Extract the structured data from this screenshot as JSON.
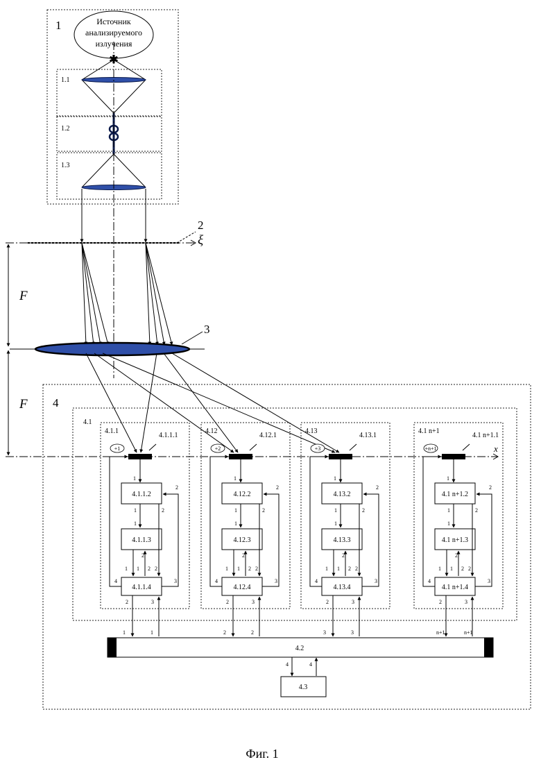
{
  "source": {
    "block_label": "1",
    "lines": [
      "Источник",
      "анализируемого",
      "излучения"
    ],
    "subblocks": [
      "1.1",
      "1.2",
      "1.3"
    ]
  },
  "mask": {
    "label": "2",
    "axis": "ξ"
  },
  "lens": {
    "label": "3"
  },
  "focal_label": "F",
  "system": {
    "label": "4",
    "unit_label": "4.1",
    "axis": "x",
    "channels": [
      {
        "group": "4.1.1",
        "sensor": "4.1.1.1",
        "order": "+1",
        "b2": "4.1.1.2",
        "b3": "4.1.1.3",
        "b4": "4.1.1.4",
        "p_a": "2",
        "p_b": "3",
        "q_a": "1",
        "q_b": "1"
      },
      {
        "group": "4.12",
        "sensor": "4.12.1",
        "order": "+2",
        "b2": "4.12.2",
        "b3": "4.12.3",
        "b4": "4.12.4",
        "p_a": "2",
        "p_b": "3",
        "q_a": "2",
        "q_b": "2"
      },
      {
        "group": "4.13",
        "sensor": "4.13.1",
        "order": "+3",
        "b2": "4.13.2",
        "b3": "4.13.3",
        "b4": "4.13.4",
        "p_a": "2",
        "p_b": "3",
        "q_a": "3",
        "q_b": "3"
      },
      {
        "group": "4.1 n+1",
        "sensor": "4.1 n+1.1",
        "order": "+n+1",
        "b2": "4.1 n+1.2",
        "b3": "4.1 n+1.3",
        "b4": "4.1 n+1.4",
        "p_a": "2",
        "p_b": "3",
        "q_a": "n+1",
        "q_b": "n+1"
      }
    ],
    "pins": {
      "one": "1",
      "two": "2",
      "three": "3",
      "four": "4"
    },
    "bus_label": "4.2",
    "ctrl_label": "4.3",
    "ctrl_pins": [
      "4",
      "4"
    ]
  },
  "caption": "Фиг. 1"
}
